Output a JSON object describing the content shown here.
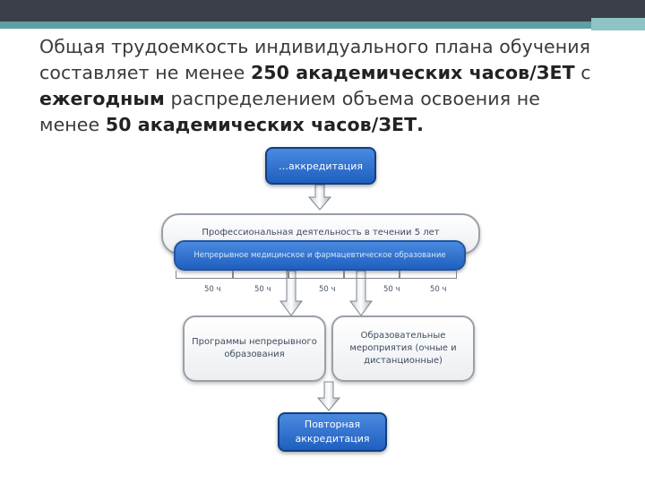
{
  "heading": {
    "line1": "Общая трудоемкость индивидуального плана обучения",
    "line2_a": "составляет не менее ",
    "line2_b": "250 академических часов/ЗЕТ",
    "line2_c": " с",
    "line3_a": "ежегодным",
    "line3_b": " распределением объема освоения не",
    "line4_a": "менее ",
    "line4_b": "50 академических часов/ЗЕТ."
  },
  "diagram": {
    "top_box": "…аккредитация",
    "prof_activity": "Профессиональная деятельность в течении 5 лет",
    "continuous_edu": "Непрерывное медицинское и фармацевтическое образование",
    "hours": [
      "50 ч",
      "50 ч",
      "50 ч",
      "50 ч",
      "50 ч"
    ],
    "programs": "Программы непрерывного образования",
    "events": "Образовательные мероприятия (очные и дистанционные)",
    "bottom_box": "Повторная аккредитация"
  },
  "colors": {
    "accent_blue": "#2b6fd0",
    "arrow_gray": "#8a9099",
    "title_bar": "#3b3f49",
    "teal": "#5f9fa2"
  }
}
